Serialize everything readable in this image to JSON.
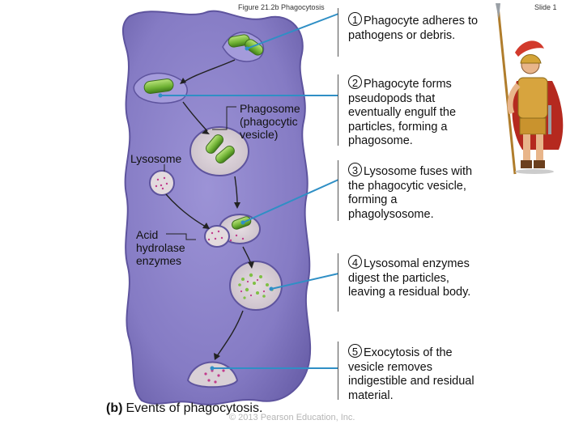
{
  "header": {
    "figure_ref": "Figure 21.2b Phagocytosis",
    "slide_number": "Slide 1"
  },
  "labels": {
    "phagosome": "Phagosome (phagocytic vesicle)",
    "lysosome": "Lysosome",
    "acid_hydrolase": "Acid hydrolase enzymes"
  },
  "steps": [
    {
      "number": "1",
      "text": "Phagocyte adheres to pathogens or debris."
    },
    {
      "number": "2",
      "text": "Phagocyte forms pseudopods that eventually engulf the particles, forming a phagosome."
    },
    {
      "number": "3",
      "text": "Lysosome fuses with the phagocytic vesicle, forming a phagolysosome."
    },
    {
      "number": "4",
      "text": "Lysosomal enzymes digest the particles, leaving a residual body."
    },
    {
      "number": "5",
      "text": "Exocytosis of the vesicle removes indigestible and residual material."
    }
  ],
  "caption": {
    "part": "(b)",
    "text": "Events of phagocytosis."
  },
  "copyright": "© 2013 Pearson Education, Inc.",
  "colors": {
    "cytoplasm": "#8d83c9",
    "cytoplasm_dark": "#6c62ae",
    "vesicle": "#d9d0d6",
    "bacteria": "#7fc043",
    "enzyme_dots": "#c23b8c",
    "leader_line": "#2f8fc5"
  }
}
